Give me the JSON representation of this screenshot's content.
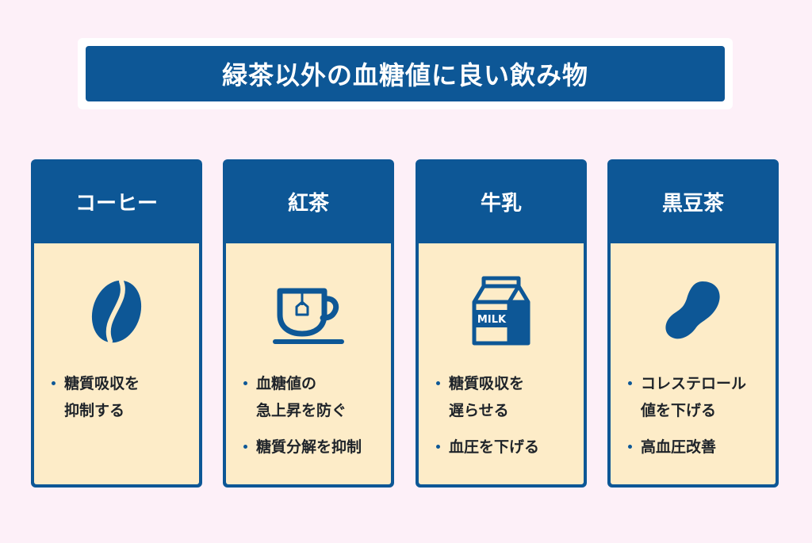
{
  "title": "緑茶以外の血糖値に良い飲み物",
  "colors": {
    "background": "#fdf0f8",
    "accent": "#0d5796",
    "panel": "#fdecc8",
    "text": "#1e2329"
  },
  "cards": [
    {
      "name": "コーヒー",
      "icon": "coffee-bean-icon",
      "bullets": [
        {
          "lines": [
            "糖質吸収を",
            "抑制する"
          ]
        }
      ]
    },
    {
      "name": "紅茶",
      "icon": "tea-cup-icon",
      "bullets": [
        {
          "lines": [
            "血糖値の",
            "急上昇を防ぐ"
          ]
        },
        {
          "lines": [
            "糖質分解を抑制"
          ]
        }
      ]
    },
    {
      "name": "牛乳",
      "icon": "milk-carton-icon",
      "icon_text": "MILK",
      "bullets": [
        {
          "lines": [
            "糖質吸収を",
            "遅らせる"
          ]
        },
        {
          "lines": [
            "血圧を下げる"
          ]
        }
      ]
    },
    {
      "name": "黒豆茶",
      "icon": "black-bean-icon",
      "bullets": [
        {
          "lines": [
            "コレステロール",
            "値を下げる"
          ]
        },
        {
          "lines": [
            "高血圧改善"
          ]
        }
      ]
    }
  ]
}
